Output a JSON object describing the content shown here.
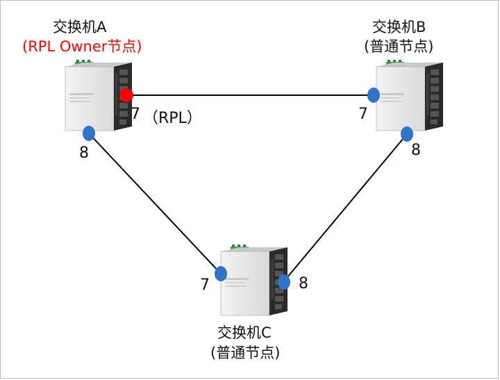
{
  "switches": {
    "a": {
      "name": "交换机A",
      "role": "(RPL Owner节点)"
    },
    "b": {
      "name": "交换机B",
      "role": "(普通节点)"
    },
    "c": {
      "name": "交换机C",
      "role": "(普通节点)"
    }
  },
  "ports": {
    "a_rpl": "7",
    "a_rpl_tag": "（RPL）",
    "a_down": "8",
    "b_left": "7",
    "b_down": "8",
    "c_left": "7",
    "c_right": "8"
  },
  "colors": {
    "link": "#000000",
    "rpl_port": "#ff0000",
    "normal_port": "#2f74c8",
    "owner_text": "#ff0000"
  }
}
